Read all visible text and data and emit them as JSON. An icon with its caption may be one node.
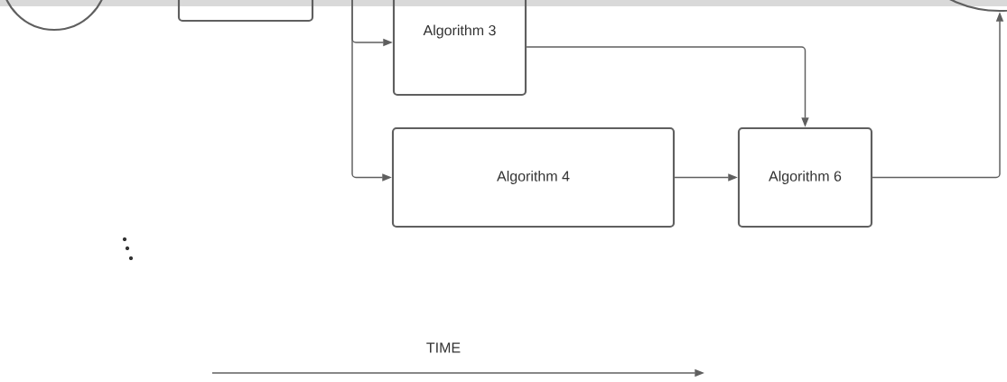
{
  "diagram": {
    "nodes": [
      {
        "text": [],
        "shape": "circle"
      },
      {
        "text": [],
        "shape": "box"
      },
      {
        "text": [
          "Algorithm 3"
        ]
      },
      {
        "text": [
          "Algorithm 4"
        ]
      },
      {
        "text": [
          "Algorithm 6"
        ]
      },
      {
        "text": [],
        "shape": "circle"
      }
    ],
    "edges": [
      {
        "from": null,
        "to": 2,
        "arrow": "to"
      },
      {
        "from": null,
        "to": 3,
        "arrow": "to"
      },
      {
        "from": 2,
        "to": 4,
        "arrow": "to"
      },
      {
        "from": 3,
        "to": 4,
        "arrow": "to"
      },
      {
        "from": 4,
        "to": 5,
        "arrow": "to"
      }
    ],
    "labels": [
      "TIME"
    ]
  }
}
